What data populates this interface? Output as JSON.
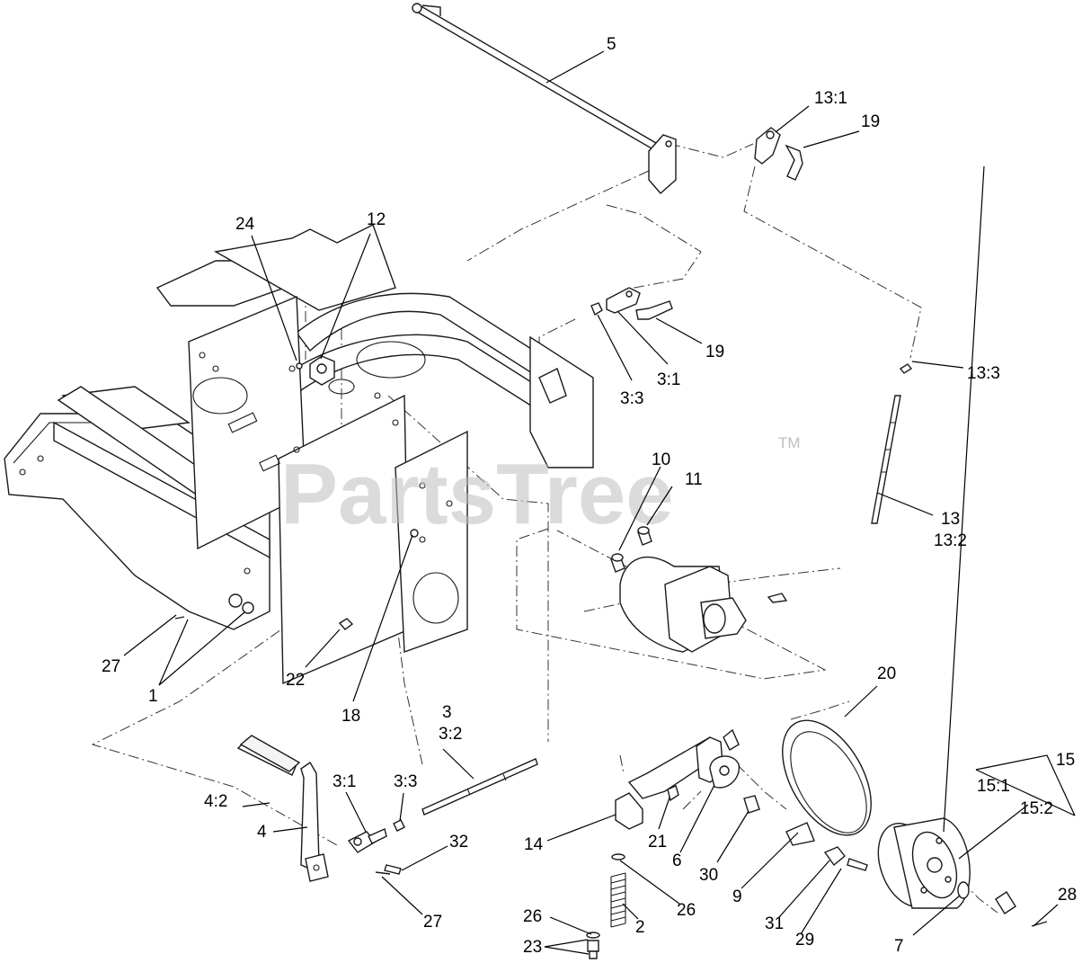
{
  "watermark": {
    "text": "PartsTree",
    "trademark": "TM"
  },
  "callouts": {
    "c5": "5",
    "c13_1": "13:1",
    "c19a": "19",
    "c24": "24",
    "c12": "12",
    "c19b": "19",
    "c3_3a": "3:3",
    "c3_1a": "3:1",
    "c13_3": "13:3",
    "c10": "10",
    "c11": "11",
    "c13": "13",
    "c13_2": "13:2",
    "c27a": "27",
    "c1": "1",
    "c22": "22",
    "c18": "18",
    "c20": "20",
    "c3": "3",
    "c3_2": "3:2",
    "c3_3b": "3:3",
    "c3_1b": "3:1",
    "c4_2": "4:2",
    "c4": "4",
    "c32": "32",
    "c27b": "27",
    "c15": "15",
    "c15_1": "15:1",
    "c15_2": "15:2",
    "c14": "14",
    "c21": "21",
    "c6": "6",
    "c30": "30",
    "c9": "9",
    "c26a": "26",
    "c26b": "26",
    "c2": "2",
    "c23": "23",
    "c31": "31",
    "c29": "29",
    "c7": "7",
    "c28": "28"
  }
}
